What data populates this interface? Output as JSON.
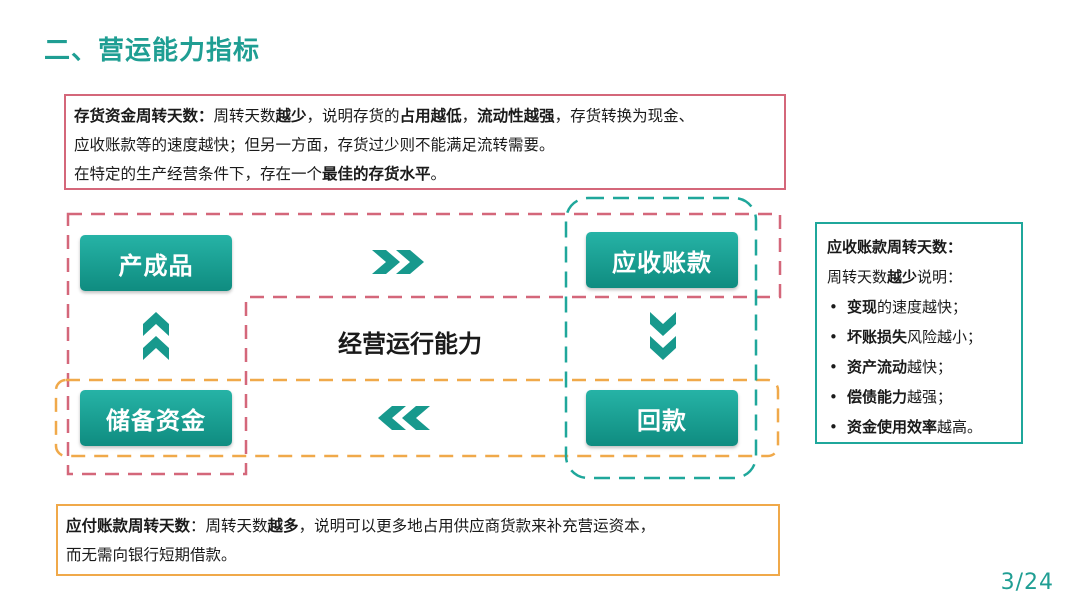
{
  "title": "二、营运能力指标",
  "inventory_box": {
    "line1_label": "存货资金周转天数：",
    "line1_a": "周转天数",
    "line1_b": "越少",
    "line1_c": "，说明存货的",
    "line1_d": "占用越低",
    "line1_e": "，",
    "line1_f": "流动性越强",
    "line1_g": "，存货转换为现金、",
    "line2": "应收账款等的速度越快；但另一方面，存货过少则不能满足流转需要。",
    "line3_a": "在特定的生产经营条件下，存在一个",
    "line3_b": "最佳的存货水平",
    "line3_c": "。"
  },
  "diagram": {
    "product": "产成品",
    "receivable": "应收账款",
    "reserve": "储备资金",
    "payment": "回款",
    "center": "经营运行能力"
  },
  "ar_box": {
    "heading": "应收账款周转天数：",
    "intro_a": "周转天数",
    "intro_b": "越少",
    "intro_c": "说明：",
    "items": [
      {
        "bold": "变现",
        "rest": "的速度越快；"
      },
      {
        "bold": "坏账损失",
        "rest": "风险越小；"
      },
      {
        "bold": "资产流动",
        "rest": "越快；"
      },
      {
        "bold": "偿债能力",
        "rest": "越强；"
      },
      {
        "bold": "资金使用效率",
        "rest": "越高。"
      }
    ]
  },
  "payable_box": {
    "label": "应付账款周转天数",
    "colon": "：",
    "a": "周转天数",
    "b": "越多",
    "c": "，说明可以更多地占用供应商货款来补充营运资本，",
    "line2": "而无需向银行短期借款。"
  },
  "page": "3/24",
  "colors": {
    "teal": "#1f9e93",
    "pink": "#d4677a",
    "orange": "#f0a94a"
  }
}
